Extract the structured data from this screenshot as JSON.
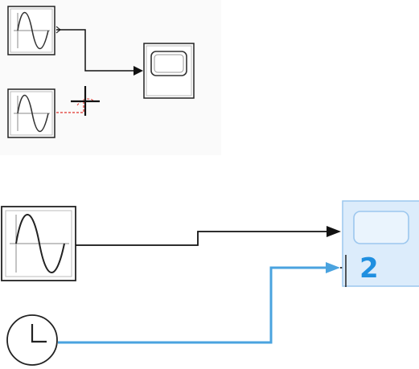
{
  "colors": {
    "block_border": "#222222",
    "signal_line": "#111111",
    "pending_line": "#e0302a",
    "selected_line": "#4aa3df",
    "highlight_fill": "#dcecfb",
    "highlight_border": "#9cc7ee",
    "port_number": "#1f8fe0"
  },
  "top_diagram": {
    "blocks": [
      {
        "type": "sine-wave-source",
        "icon": "sine-wave-icon"
      },
      {
        "type": "sine-wave-source",
        "icon": "sine-wave-icon"
      },
      {
        "type": "scope",
        "icon": "scope-screen-icon"
      }
    ],
    "cursor": "crosshair-cursor-icon"
  },
  "bottom_diagram": {
    "blocks": [
      {
        "type": "sine-wave-source",
        "icon": "sine-wave-icon"
      },
      {
        "type": "clock-source",
        "icon": "clock-icon"
      },
      {
        "type": "scope",
        "icon": "scope-screen-icon",
        "state": "highlighted"
      }
    ],
    "new_port_number": "2"
  }
}
